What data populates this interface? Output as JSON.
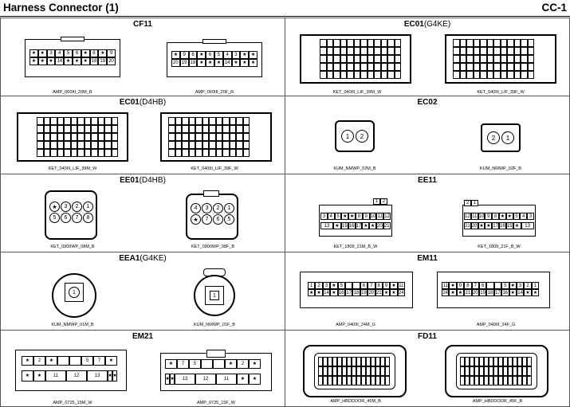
{
  "header": {
    "title": "Harness Connector (1)",
    "code": "CC-1"
  },
  "panels": {
    "cf11": {
      "title": "CF11",
      "sub": "",
      "cap_left": "AMP_060III_20M_R",
      "cap_right": "AMP_060III_20F_R",
      "m_row1": [
        "★",
        "★",
        "3",
        "4",
        "5",
        "6",
        "★",
        "8",
        "★",
        "9"
      ],
      "m_row2": [
        "★",
        "★",
        "★",
        "14",
        "★",
        "★",
        "★",
        "18",
        "19",
        "20"
      ],
      "f_row1": [
        "★",
        "9",
        "8",
        "★",
        "6",
        "5",
        "4",
        "3",
        "★",
        "★"
      ],
      "f_row2": [
        "20",
        "19",
        "18",
        "★",
        "★",
        "★",
        "14",
        "★",
        "★",
        "★"
      ]
    },
    "ec01a": {
      "title": "EC01",
      "sub": "(G4KE)",
      "cap_left": "KET_040III_LIF_39M_W",
      "cap_right": "KET_040III_LIF_39F_W"
    },
    "ec01b": {
      "title": "EC01",
      "sub": "(D4HB)",
      "cap_left": "KET_040III_LIF_39M_W",
      "cap_right": "KET_040III_LIF_39F_W"
    },
    "ec02": {
      "title": "EC02",
      "sub": "",
      "cap_left": "KUM_NMWP_02M_B",
      "cap_right": "KUM_NMWP_02F_B",
      "m_pins": [
        "1",
        "2"
      ],
      "f_pins": [
        "2",
        "1"
      ]
    },
    "ee01": {
      "title": "EE01",
      "sub": "(D4HB)",
      "cap_left": "KET_090IIWP_08M_B",
      "cap_right": "KET_090IIWP_08F_B",
      "m_row1": [
        "★",
        "3",
        "2",
        "1"
      ],
      "m_row2": [
        "5",
        "6",
        "7",
        "8"
      ],
      "f_row1": [
        "4",
        "3",
        "2",
        "1"
      ],
      "f_row2": [
        "★",
        "7",
        "6",
        "5"
      ]
    },
    "ee11": {
      "title": "EE11",
      "sub": "",
      "cap_left": "KET_1809_21M_B_W",
      "cap_right": "KET_1809_21F_B_W",
      "m_r1": [
        "1",
        "2"
      ],
      "m_r2": [
        "3",
        "4",
        "5",
        "★",
        "★",
        "8",
        "9",
        "10",
        "11",
        "12"
      ],
      "m_r3": [
        "13",
        "★",
        "15",
        "16",
        "17",
        "★",
        "★",
        "20",
        "21"
      ],
      "f_r1": [
        "2",
        "1"
      ],
      "f_r2": [
        "12",
        "11",
        "10",
        "9",
        "8",
        "★",
        "★",
        "5",
        "4",
        "3"
      ],
      "f_r3": [
        "21",
        "20",
        "★",
        "★",
        "17",
        "16",
        "15",
        "★",
        "13"
      ]
    },
    "eea1": {
      "title": "EEA1",
      "sub": "(G4KE)",
      "cap_left": "KUM_NMWP_01M_B",
      "cap_right": "KUM_NMWP_01F_B",
      "pin": "1"
    },
    "em11": {
      "title": "EM11",
      "sub": "",
      "cap_left": "AMP_040III_24M_G",
      "cap_right": "AMP_040III_24F_G",
      "m_r1": [
        "1",
        "2",
        "3",
        "★",
        "5",
        "",
        "",
        "6",
        "7",
        "8",
        "9",
        "★",
        "11"
      ],
      "m_r2": [
        "★",
        "★",
        "14",
        "★",
        "16",
        "17",
        "18",
        "19",
        "20",
        "21",
        "★",
        "★",
        "24"
      ],
      "f_r1": [
        "11",
        "★",
        "9",
        "8",
        "7",
        "6",
        "",
        "",
        "5",
        "★",
        "3",
        "2",
        "1"
      ],
      "f_r2": [
        "24",
        "★",
        "★",
        "21",
        "20",
        "19",
        "18",
        "17",
        "16",
        "★",
        "14",
        "★",
        "★"
      ]
    },
    "em21": {
      "title": "EM21",
      "sub": "",
      "cap_left": "AMP_0725_15M_W",
      "cap_right": "AMP_0725_15F_W",
      "m_r1": [
        "★",
        "2",
        "★",
        "",
        "",
        "5",
        "7",
        "★"
      ],
      "m_r2": [
        "★",
        "★",
        "11",
        "12",
        "13",
        "★",
        "★"
      ],
      "f_r1": [
        "★",
        "7",
        "5",
        "",
        "",
        "★",
        "2",
        "★"
      ],
      "f_r2": [
        "★",
        "★",
        "13",
        "12",
        "11",
        "★",
        "★"
      ]
    },
    "fd11": {
      "title": "FD11",
      "sub": "",
      "cap_left": "AMP_HBDDOOR_45M_B",
      "cap_right": "AMP_HBDDOOR_45F_B"
    }
  }
}
